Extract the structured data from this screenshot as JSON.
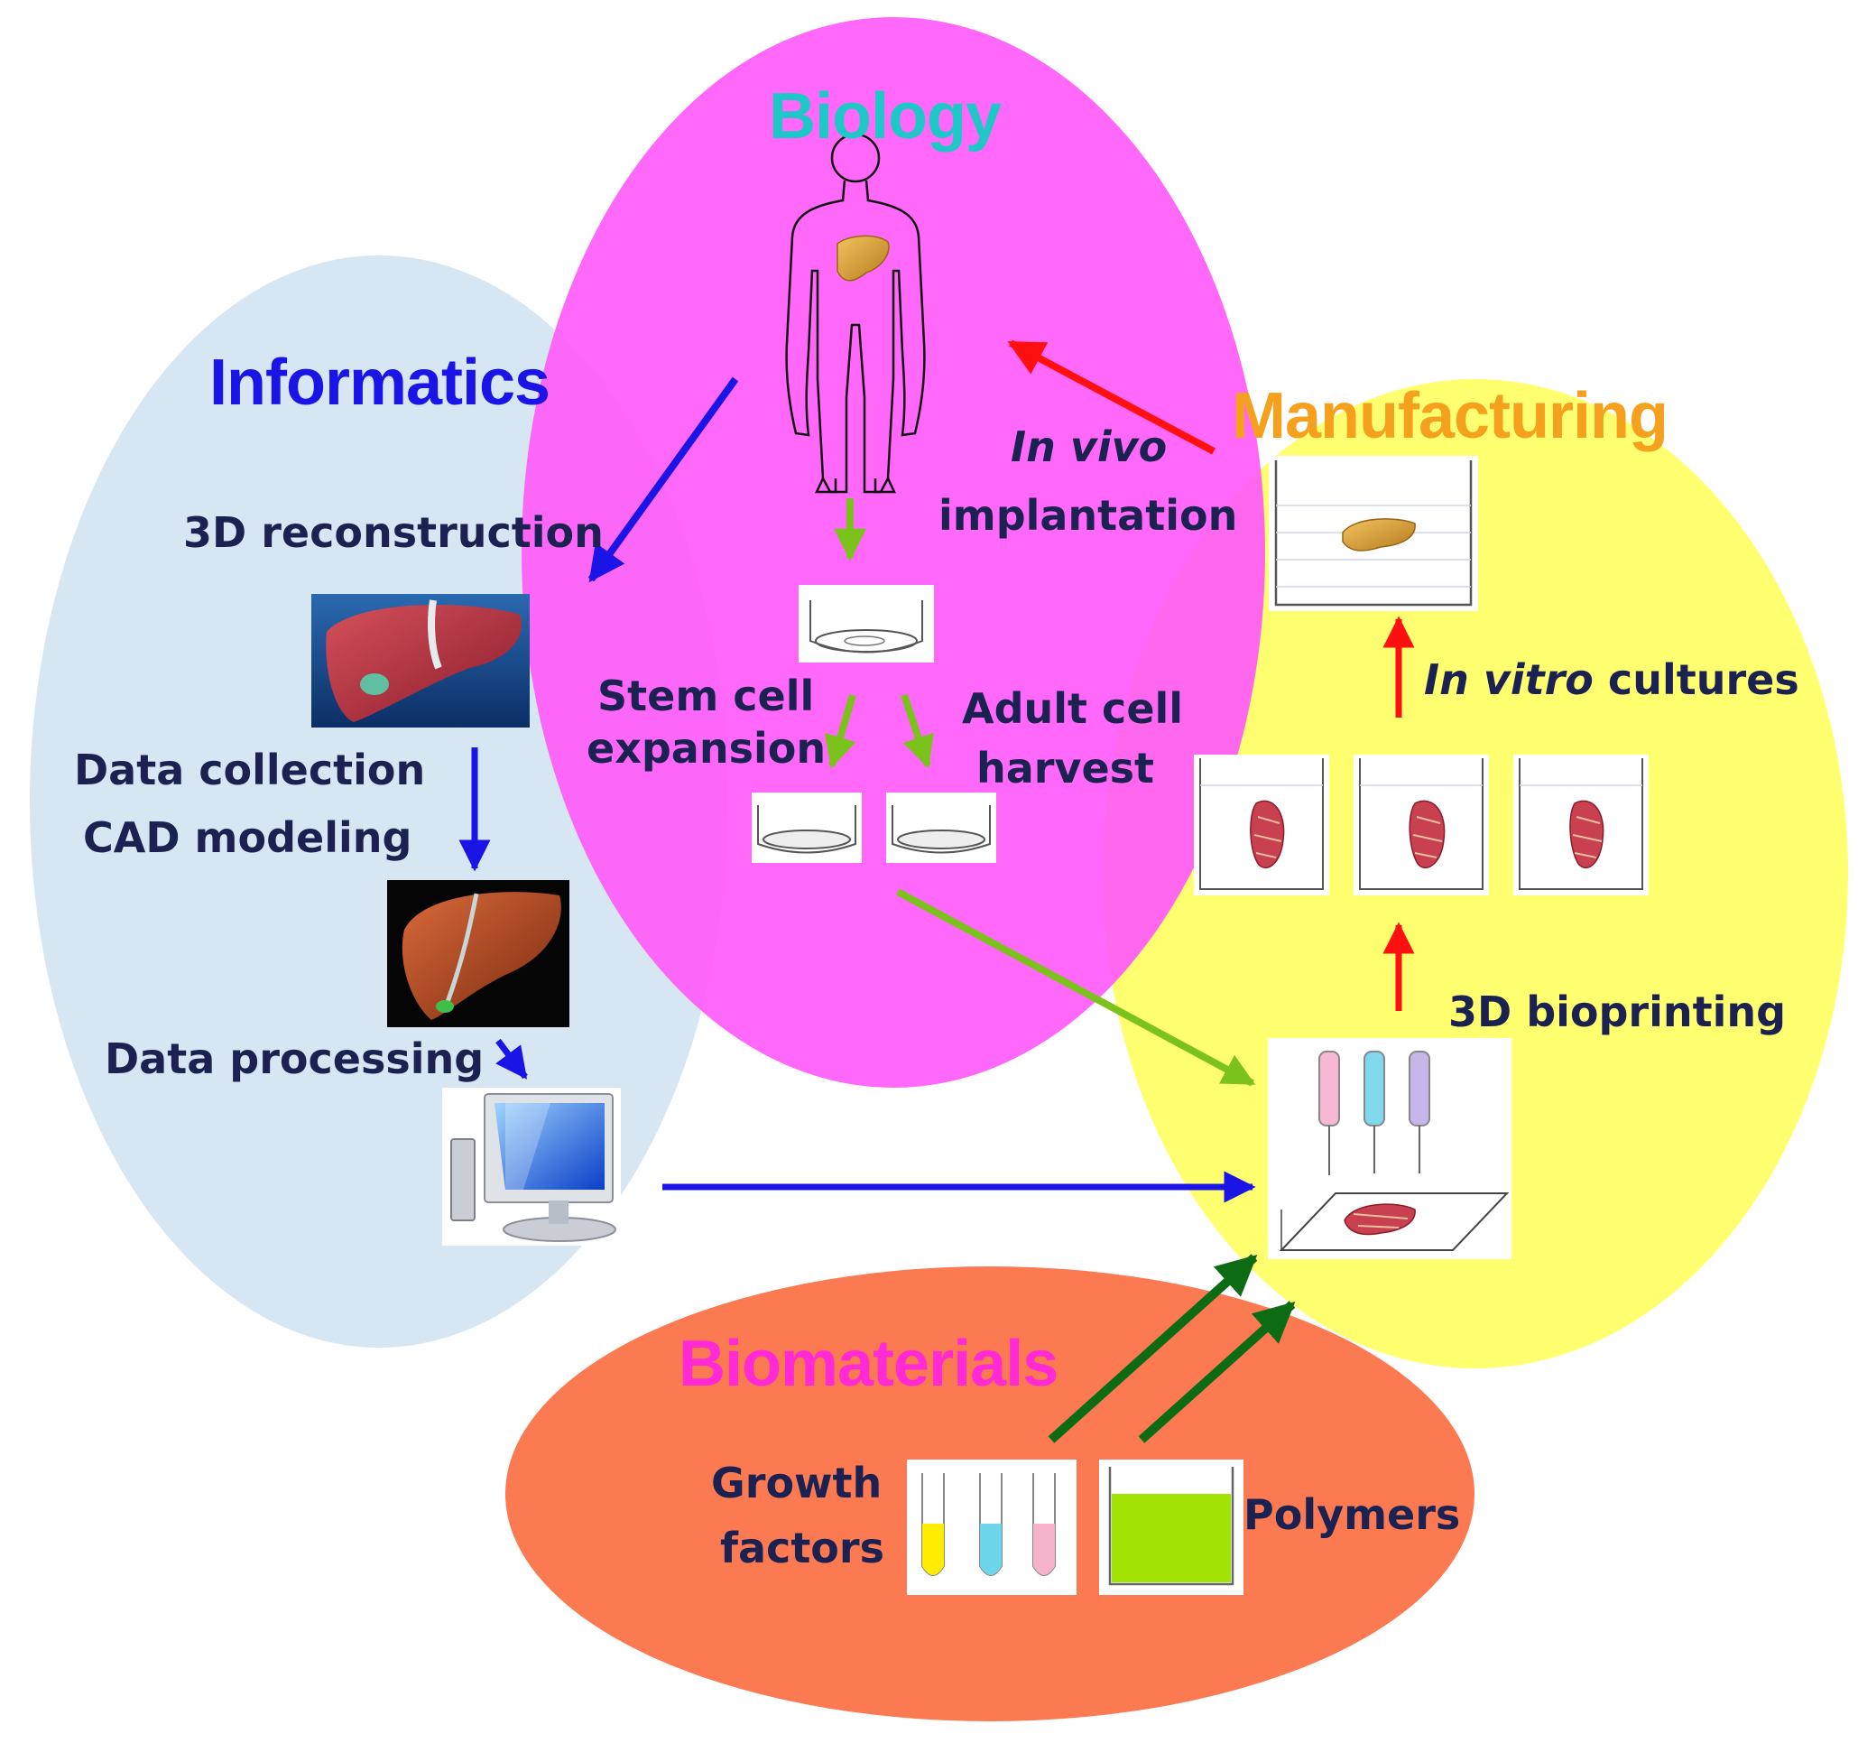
{
  "domains": {
    "biology": {
      "title": "Biology",
      "color": "#1ec8c8",
      "fill": "#ff5cf7"
    },
    "informatics": {
      "title": "Informatics",
      "color": "#1a14e6",
      "fill": "#d6e6f3"
    },
    "manufacturing": {
      "title": "Manufacturing",
      "color": "#f5a11e",
      "fill": "#ffff70"
    },
    "biomaterials": {
      "title": "Biomaterials",
      "color": "#ff2ad6",
      "fill": "#fb7a52"
    }
  },
  "labels": {
    "reconstruction": "3D reconstruction",
    "data_collection": "Data collection",
    "cad_modeling": "CAD modeling",
    "data_processing": "Data processing",
    "stem_cell_1": "Stem cell",
    "stem_cell_2": "expansion",
    "adult_cell_1": "Adult cell",
    "adult_cell_2": "harvest",
    "in_vivo": "In vivo",
    "implantation": "implantation",
    "in_vitro": "In vitro",
    "cultures": " cultures",
    "bioprinting": "3D bioprinting",
    "growth_1": "Growth",
    "growth_2": "factors",
    "polymers": "Polymers"
  },
  "arrow_colors": {
    "informatics": "#1a14e6",
    "biology": "#7cc21c",
    "manufacturing": "#ff1010",
    "biomaterials": "#0d6b14"
  },
  "icons": [
    "human-body-icon",
    "liver-photo-icon",
    "liver-model-icon",
    "computer-icon",
    "petri-dish-icon",
    "culture-dish-icon",
    "liver-beaker-icon",
    "tissue-beaker-icon",
    "bioprinter-icon",
    "test-tubes-icon",
    "polymer-beaker-icon"
  ]
}
